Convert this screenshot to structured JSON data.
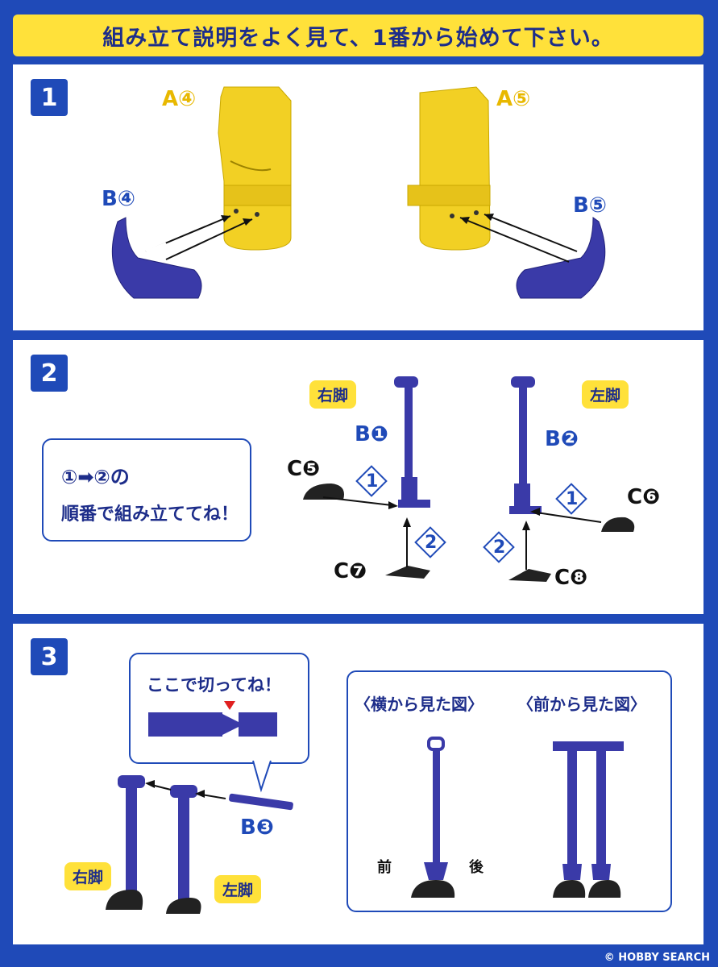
{
  "banner": {
    "title": "組み立て説明をよく見て、1番から始めて下さい。"
  },
  "step1": {
    "number": "1",
    "label_a4": "A④",
    "label_a5": "A⑤",
    "label_b4": "B④",
    "label_b5": "B⑤"
  },
  "step2": {
    "number": "2",
    "order_line1": "①➡②の",
    "order_line2": "順番で組み立ててね！",
    "right_leg": "右脚",
    "left_leg": "左脚",
    "label_b1": "B❶",
    "label_b2": "B❷",
    "label_c5": "C❺",
    "label_c6": "C❻",
    "label_c7": "C❼",
    "label_c8": "C❽",
    "step_marker_1": "1",
    "step_marker_2": "2"
  },
  "step3": {
    "number": "3",
    "cut_note": "ここで切ってね！",
    "label_b3": "B❸",
    "right_leg": "右脚",
    "left_leg": "左脚",
    "side_view": "〈横から見た図〉",
    "front_view": "〈前から見た図〉",
    "front_label": "前",
    "back_label": "後"
  },
  "footer": {
    "watermark": "© HOBBY SEARCH"
  },
  "colors": {
    "brand_blue": "#1f4ab8",
    "banner_yellow": "#ffe13a",
    "part_yellow": "#f2d024",
    "part_blue": "#3a3aa8"
  }
}
